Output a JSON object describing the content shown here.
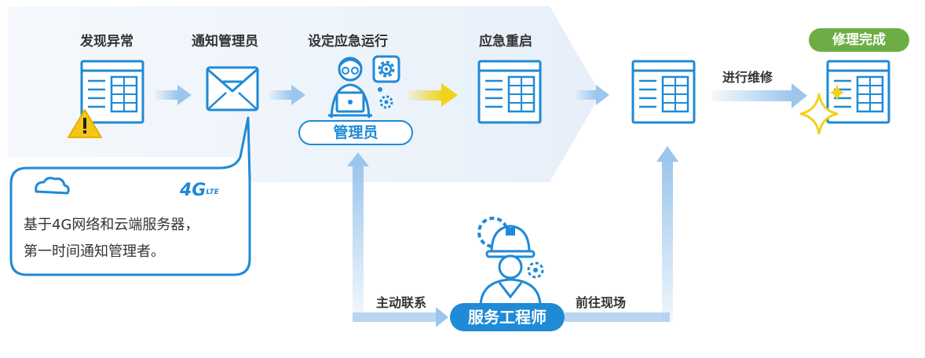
{
  "steps": {
    "s1": "发现异常",
    "s2": "通知管理员",
    "s3": "设定应急运行",
    "s4": "应急重启",
    "done": "修理完成"
  },
  "edges": {
    "repair": "进行维修",
    "contact": "主动联系",
    "onsite": "前往现场"
  },
  "roles": {
    "admin": "管理员",
    "engineer": "服务工程师"
  },
  "bubble": {
    "network": "4G",
    "network_sub": "LTE",
    "line1": "基于4G网络和云端服务器，",
    "line2": "第一时间通知管理者。"
  },
  "colors": {
    "primary": "#1f8ad6",
    "arrow_light": "#9cc6ec",
    "arrow_yellow": "#f0d21c",
    "background_band": "#eef4fb",
    "done_badge": "#6cae45",
    "warning": "#f5c518"
  }
}
